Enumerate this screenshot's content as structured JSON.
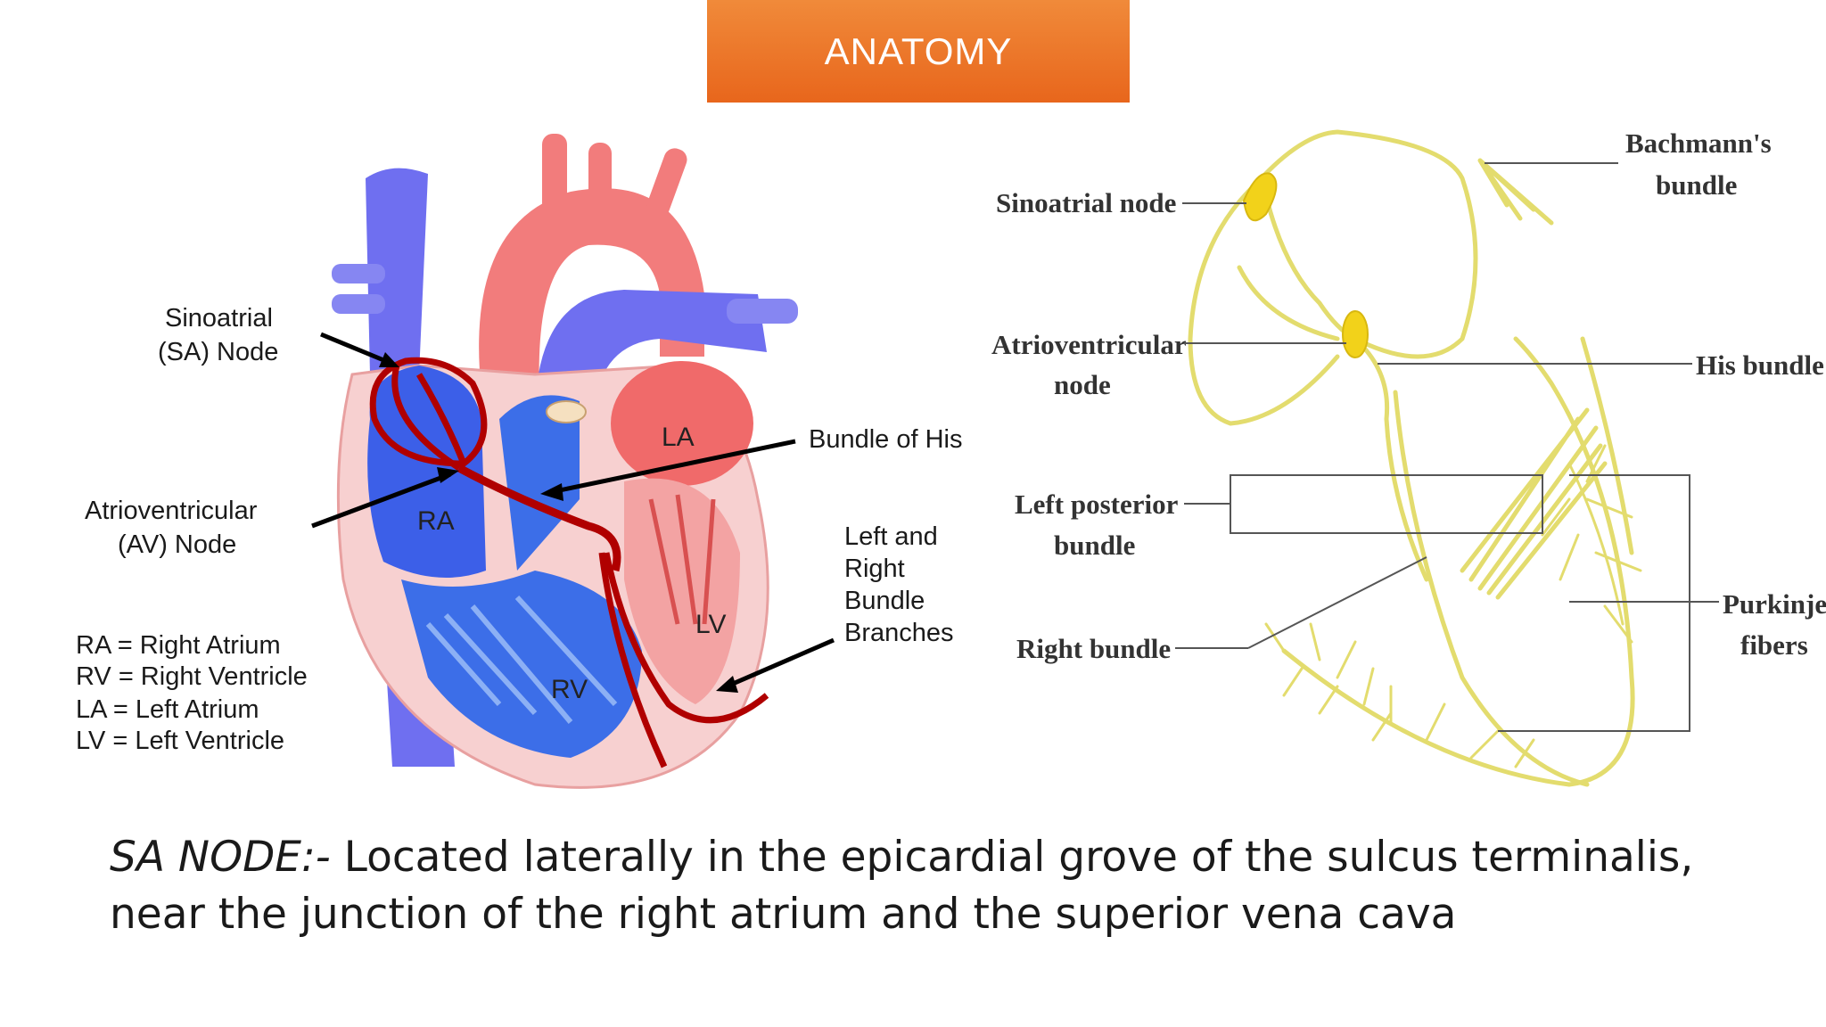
{
  "header": {
    "title": "ANATOMY"
  },
  "heart_diagram": {
    "labels": {
      "sa_node_line1": "Sinoatrial",
      "sa_node_line2": "(SA) Node",
      "av_node_line1": "Atrioventricular",
      "av_node_line2": "(AV) Node",
      "bundle_of_his": "Bundle of His",
      "branches_line1": "Left and",
      "branches_line2": "Right",
      "branches_line3": "Bundle",
      "branches_line4": "Branches",
      "ra": "RA",
      "rv": "RV",
      "la": "LA",
      "lv": "LV"
    },
    "legend": [
      "RA = Right Atrium",
      "RV = Right Ventricle",
      "LA = Left Atrium",
      "LV = Left Ventricle"
    ]
  },
  "conduction_diagram": {
    "labels": {
      "sinoatrial_node": "Sinoatrial node",
      "bachmann_line1": "Bachmann's",
      "bachmann_line2": "bundle",
      "av_line1": "Atrioventricular",
      "av_line2": "node",
      "his_bundle": "His bundle",
      "left_post_line1": "Left posterior",
      "left_post_line2": "bundle",
      "right_bundle": "Right bundle",
      "purkinje_line1": "Purkinje",
      "purkinje_line2": "fibers"
    }
  },
  "caption": {
    "term": "SA NODE:-",
    "text": "  Located laterally in the epicardial grove of the sulcus terminalis, near the junction of the right atrium and the superior vena cava"
  },
  "colors": {
    "banner": "#e8661c",
    "vein_blue": "#6f6ff0",
    "artery_red": "#f27c7c",
    "conduction_red": "#b00000",
    "conduction_yellow": "#e6df6a",
    "node_yellow": "#f2d21a"
  }
}
